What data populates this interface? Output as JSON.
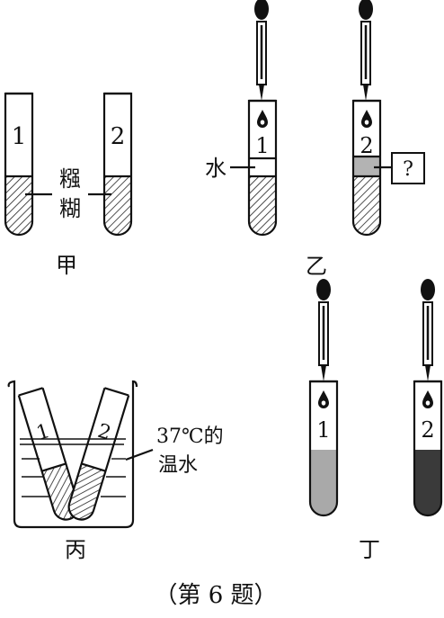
{
  "panels": {
    "jia": {
      "label": "甲",
      "tube1": "1",
      "tube2": "2",
      "substance_line1": "糨",
      "substance_line2": "糊"
    },
    "yi": {
      "label": "乙",
      "tube1": "1",
      "tube2": "2",
      "water_label": "水",
      "unknown_box": "?"
    },
    "bing": {
      "label": "丙",
      "tube1": "1",
      "tube2": "2",
      "temp_line1": "37℃的",
      "temp_line2": "温水"
    },
    "ding": {
      "label": "丁",
      "tube1": "1",
      "tube2": "2"
    }
  },
  "caption": "（第 6 题）",
  "colors": {
    "ink": "#111111",
    "hatch": "#222222",
    "light_fill": "#a9a9a9",
    "mid_fill": "#b3b3b3",
    "dark_fill": "#3a3a3a"
  }
}
